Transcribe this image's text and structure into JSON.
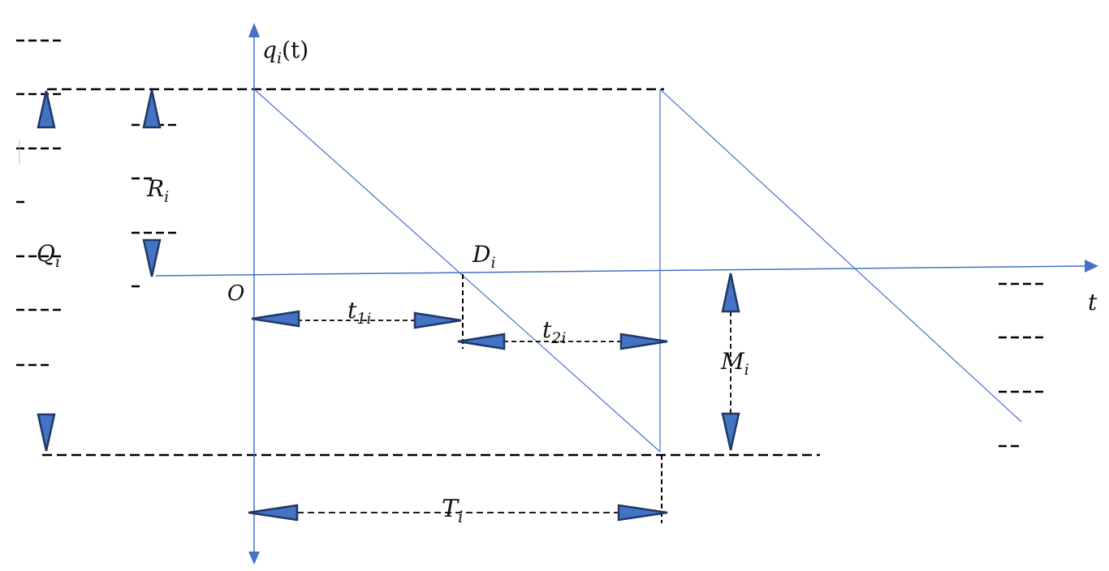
{
  "labels": {
    "q_axis": "q",
    "q_axis_sub": "i",
    "q_axis_arg": "(t)",
    "t_axis": "t",
    "origin": "O",
    "D": "D",
    "D_sub": "i",
    "R": "R",
    "R_sub": "i",
    "Q": "Q",
    "Q_sub": "i",
    "t1": "t",
    "t1_sub": "1i",
    "t2": "t",
    "t2_sub": "2i",
    "M": "M",
    "M_sub": "i",
    "T": "T",
    "T_sub": "i"
  },
  "colors": {
    "line": "#4472c4",
    "arrow_fill": "#4472c4",
    "arrow_stroke": "#1f3864",
    "dash": "#000000"
  }
}
